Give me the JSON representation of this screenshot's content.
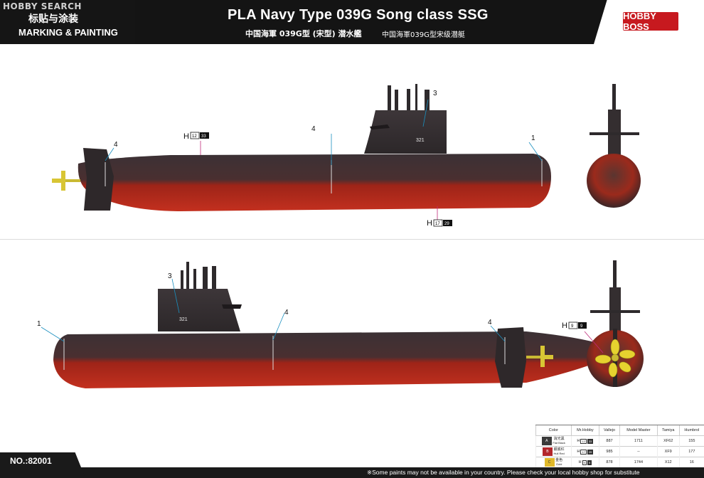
{
  "watermark": "HOBBY SEARCH",
  "header": {
    "label_cn": "标贴与涂装",
    "label_en": "MARKING & PAINTING",
    "title_en": "PLA Navy Type 039G Song class SSG",
    "title_cn_trad": "中国海軍 039G型 (宋型) 潜水艦",
    "title_cn_simp": "中国海軍039G型宋级潜艇",
    "logo": "HOBBY BOSS"
  },
  "callouts": {
    "one": "1",
    "three": "3",
    "four": "4",
    "hull_number": "321"
  },
  "paint_refs": [
    {
      "prefix": "H",
      "a": "12",
      "b": "33"
    },
    {
      "prefix": "H",
      "a": "17",
      "b": "29"
    },
    {
      "prefix": "H",
      "a": "9",
      "b": "9"
    }
  ],
  "colors_table": {
    "headers": [
      "Color",
      "Mr.Hobby",
      "Vallejo",
      "Model Master",
      "Tamiya",
      "Humbrol"
    ],
    "rows": [
      {
        "key": "A",
        "name_cn": "消光黑",
        "name_en": "Flat Black",
        "mrhobby_h": "H",
        "mrhobby_a": "12",
        "mrhobby_b": "33",
        "vallejo": "887",
        "model_master": "1711",
        "tamiya": "XF62",
        "humbrol": "155",
        "swatch": "#3a3a3a"
      },
      {
        "key": "B",
        "name_cn": "舰底红",
        "name_en": "Hull Red",
        "mrhobby_h": "H",
        "mrhobby_a": "17",
        "mrhobby_b": "29",
        "vallejo": "985",
        "model_master": "--",
        "tamiya": "XF9",
        "humbrol": "177",
        "swatch": "#b3262b"
      },
      {
        "key": "C",
        "name_cn": "金色",
        "name_en": "Gold",
        "mrhobby_h": "H",
        "mrhobby_a": "9",
        "mrhobby_b": "9",
        "vallejo": "878",
        "model_master": "1744",
        "tamiya": "X12",
        "humbrol": "16",
        "swatch": "#e0b92a"
      }
    ]
  },
  "footer": {
    "note": "※Some paints may not be available in your country. Please check your local hobby shop for substitute",
    "model_no": "NO.:82001"
  },
  "colors": {
    "hull_dark": "#3c3338",
    "hull_red": "#b8251c",
    "propeller_gold": "#d8c534",
    "callout_line": "#1a8fbf",
    "ref_line": "#c02a7a"
  }
}
